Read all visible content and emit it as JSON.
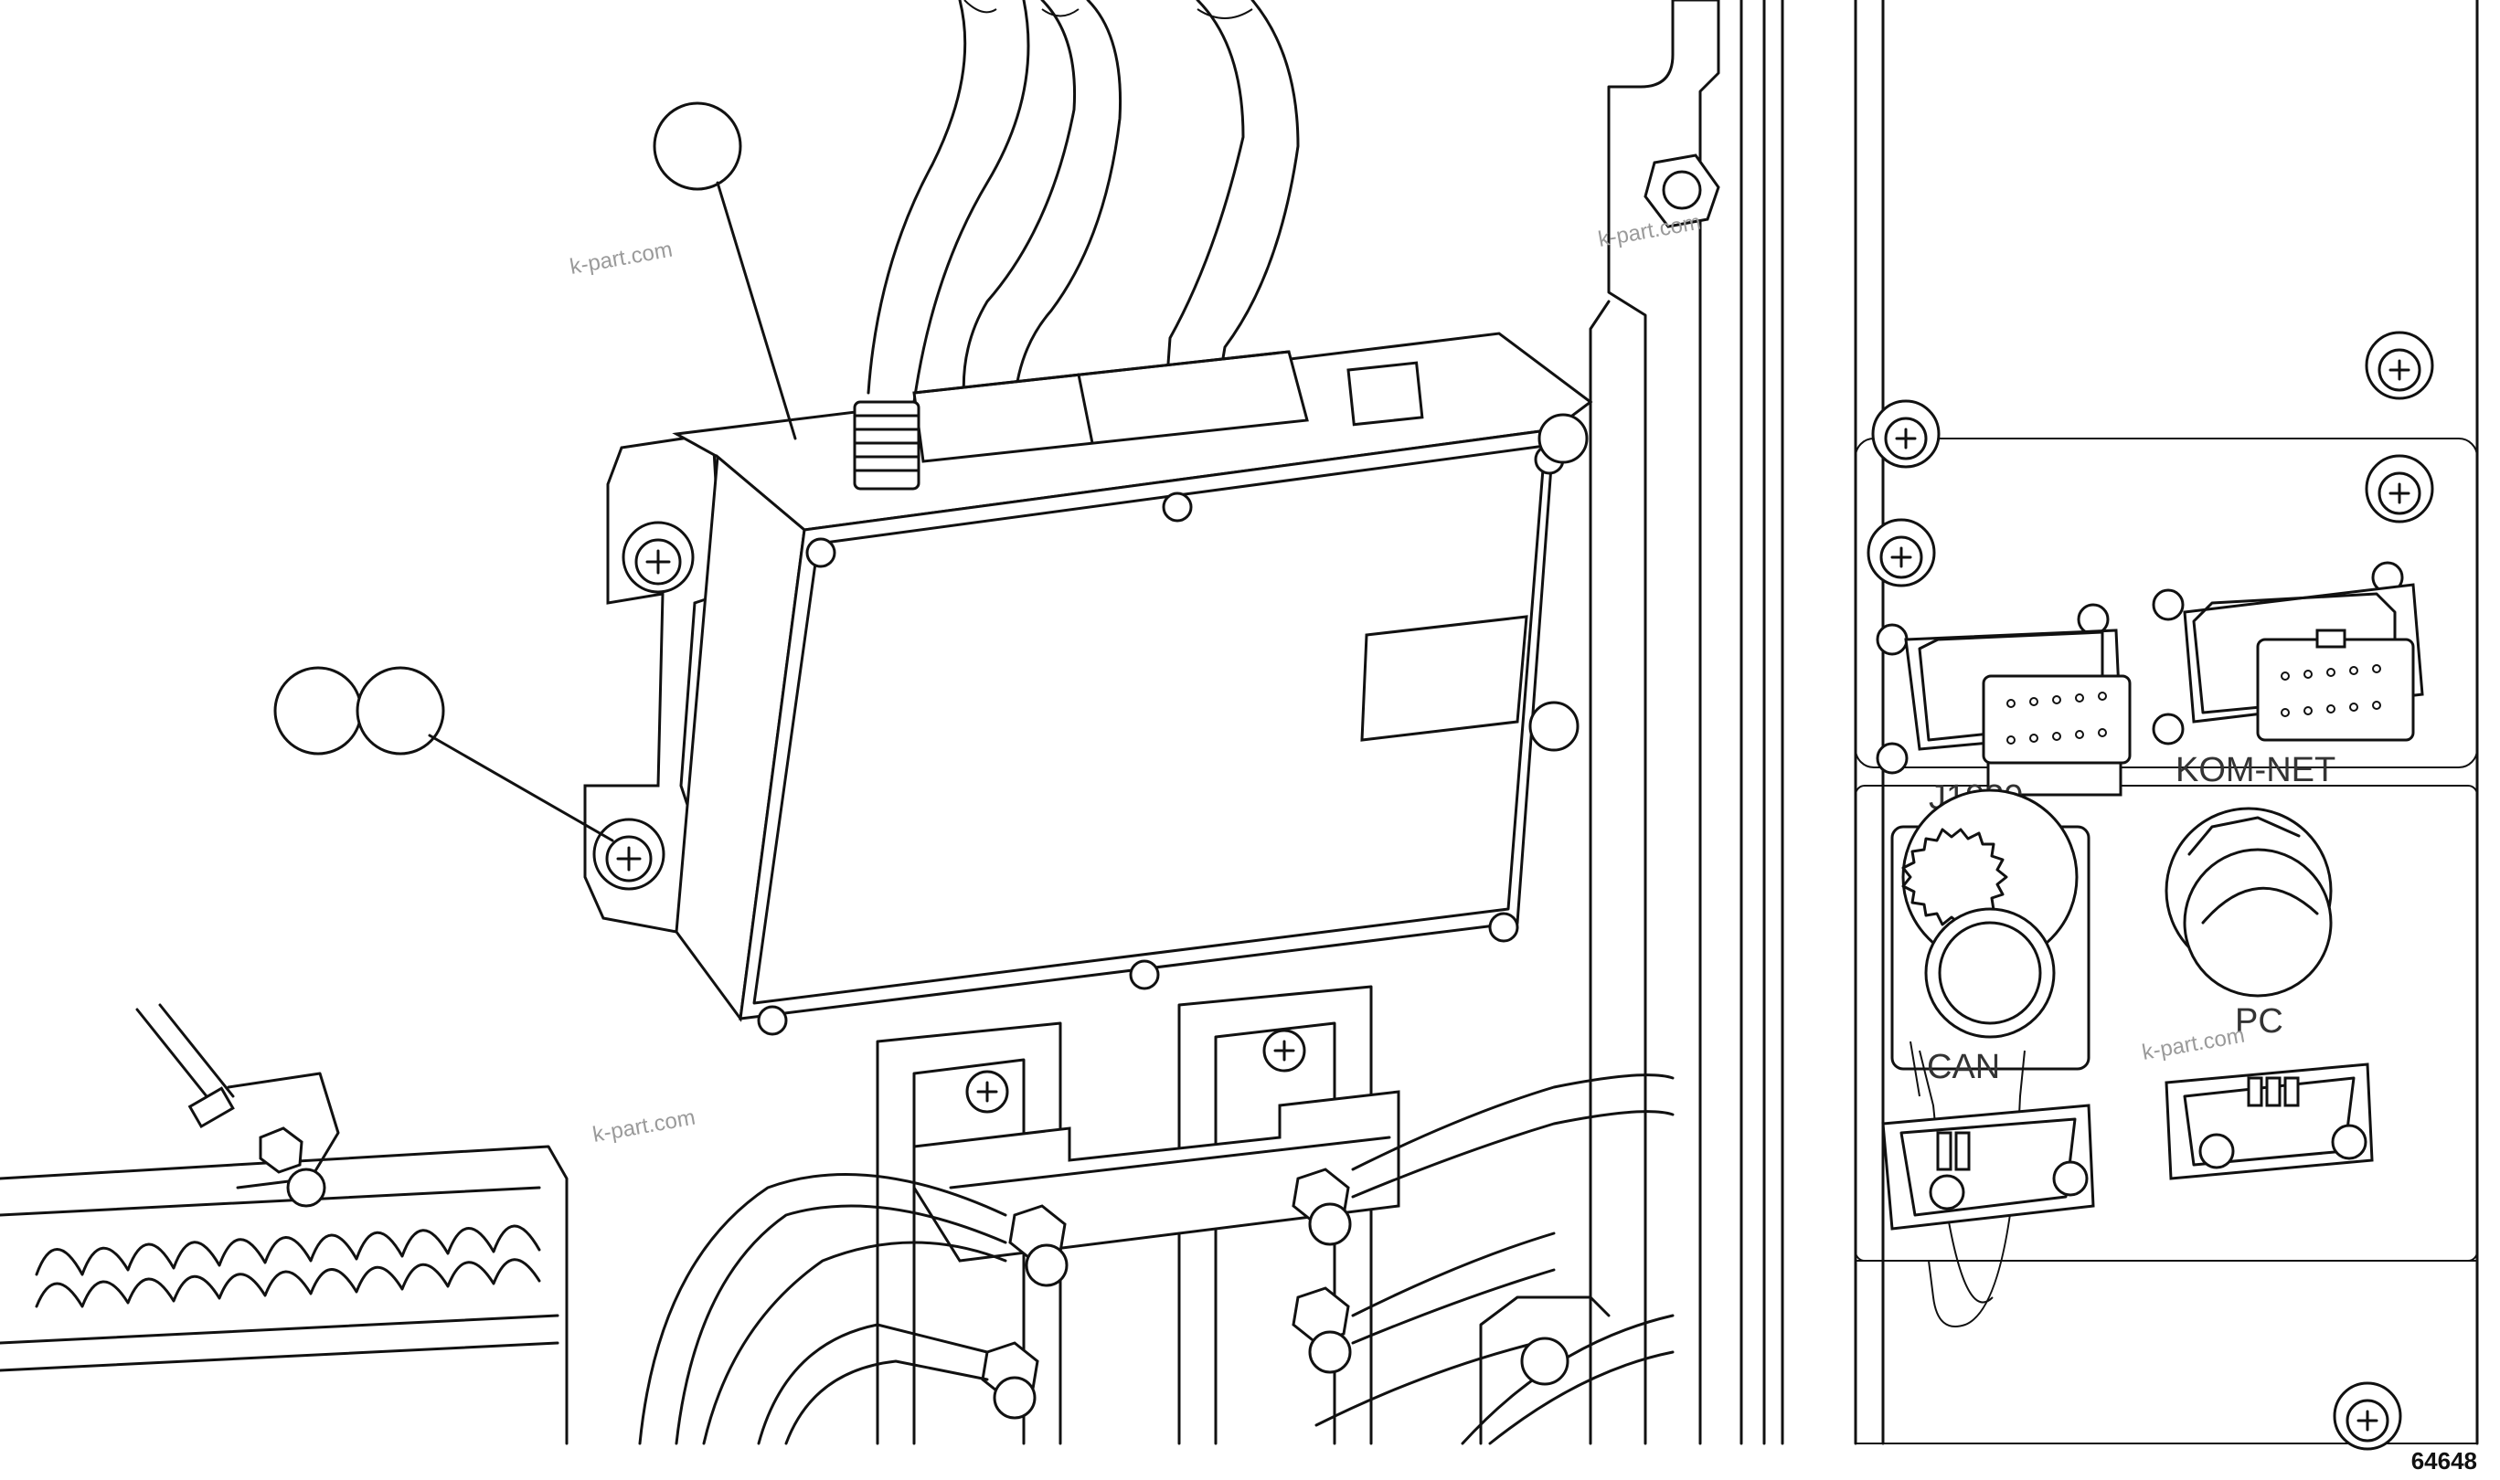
{
  "figure": {
    "number": "64648"
  },
  "watermark": {
    "text": "k-part.com"
  },
  "connector_labels": {
    "j1939": "J1939",
    "komnet": "KOM-NET",
    "pc": "PC",
    "can": "CAN"
  },
  "callouts": [
    {
      "id": "1",
      "text": ""
    },
    {
      "id": "2",
      "text": ""
    },
    {
      "id": "3",
      "text": ""
    }
  ]
}
